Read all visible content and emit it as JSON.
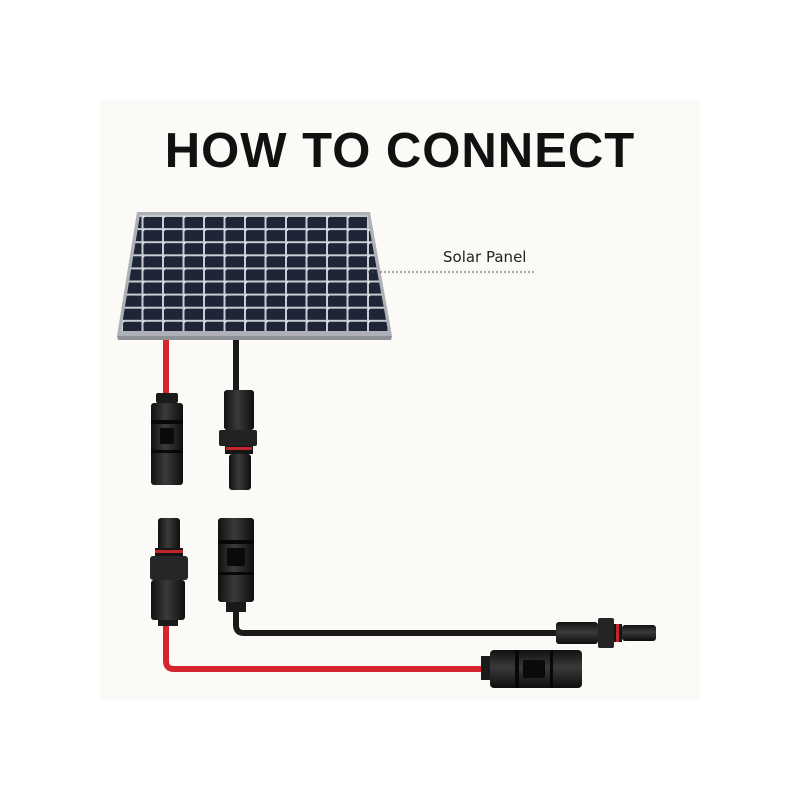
{
  "title": "HOW TO CONNECT",
  "labels": {
    "solar_panel": "Solar Panel"
  },
  "colors": {
    "background": "#fbfaf6",
    "panel_cell": "#1b2233",
    "panel_frame": "#b9bcc1",
    "positive_cable": "#d6262d",
    "negative_cable": "#1a1a1a",
    "connector": "#202020"
  },
  "components": {
    "panel": "solar-panel",
    "leader_line": "dotted",
    "top_connectors": [
      "female-connector",
      "male-connector"
    ],
    "bottom_connectors": [
      "male-connector",
      "female-connector"
    ],
    "extension_cable_ends": [
      "male-connector",
      "female-connector"
    ]
  }
}
